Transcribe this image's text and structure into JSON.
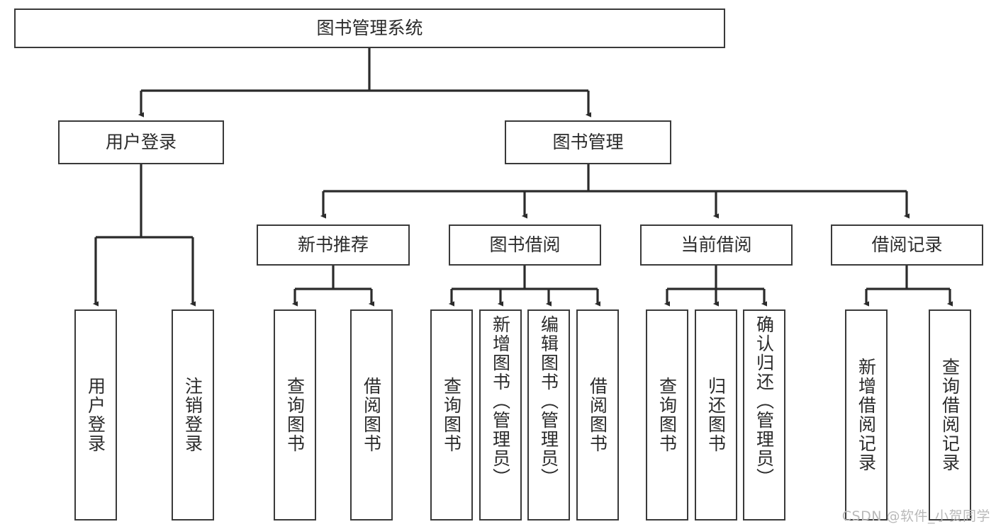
{
  "diagram": {
    "type": "tree-hierarchy-chart",
    "title": "图书管理系统",
    "colors": {
      "box_border": "#3a3a3a",
      "box_fill": "#ffffff",
      "connector": "#2b2b2b",
      "text": "#2b2b2b",
      "watermark": "#b9b9b9",
      "background": "#ffffff"
    },
    "levels": {
      "root": {
        "label": "图书管理系统"
      },
      "level2": [
        {
          "label": "用户登录"
        },
        {
          "label": "图书管理"
        }
      ],
      "level3": [
        {
          "label": "新书推荐"
        },
        {
          "label": "图书借阅"
        },
        {
          "label": "当前借阅"
        },
        {
          "label": "借阅记录"
        }
      ],
      "leaves": {
        "user_login": [
          {
            "label": "用户登录"
          },
          {
            "label": "注销登录"
          }
        ],
        "new_book_recommend": [
          {
            "label": "查询图书"
          },
          {
            "label": "借阅图书"
          }
        ],
        "book_borrow": [
          {
            "label": "查询图书"
          },
          {
            "label": "新增图书（管理员）"
          },
          {
            "label": "编辑图书（管理员）"
          },
          {
            "label": "借阅图书"
          }
        ],
        "current_borrow": [
          {
            "label": "查询图书"
          },
          {
            "label": "归还图书"
          },
          {
            "label": "确认归还（管理员）"
          }
        ],
        "borrow_record": [
          {
            "label": "新增借阅记录"
          },
          {
            "label": "查询借阅记录"
          }
        ]
      }
    },
    "watermark": "CSDN @软件_小贺同学"
  }
}
